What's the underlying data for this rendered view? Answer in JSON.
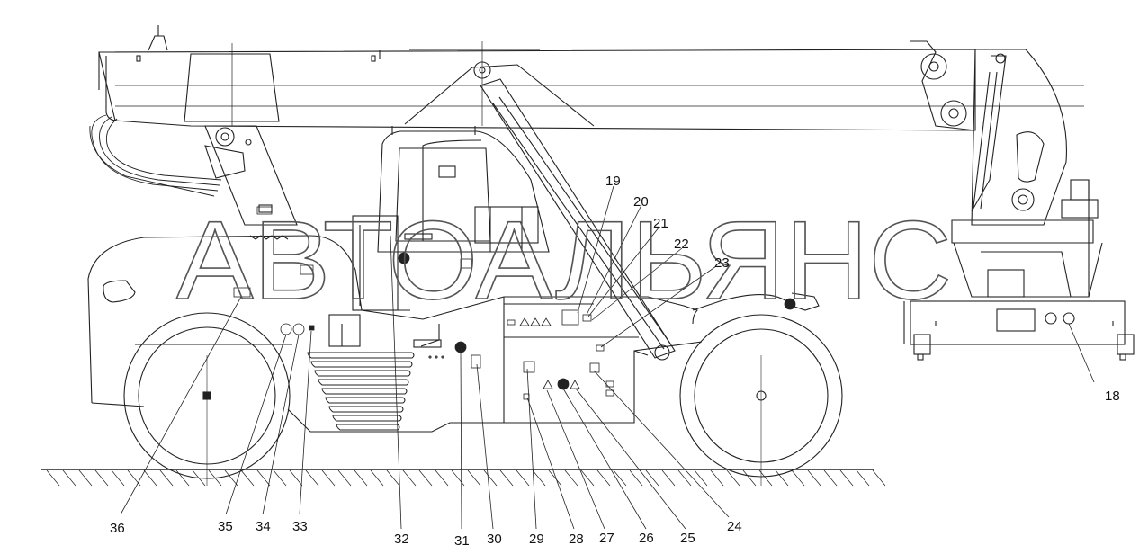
{
  "watermark": "АВТОАЛЬЯНС",
  "callouts": {
    "c18": "18",
    "c19": "19",
    "c20": "20",
    "c21": "21",
    "c22": "22",
    "c23": "23",
    "c24": "24",
    "c25": "25",
    "c26": "26",
    "c27": "27",
    "c28": "28",
    "c29": "29",
    "c30": "30",
    "c31": "31",
    "c32": "32",
    "c33": "33",
    "c34": "34",
    "c35": "35",
    "c36": "36"
  }
}
